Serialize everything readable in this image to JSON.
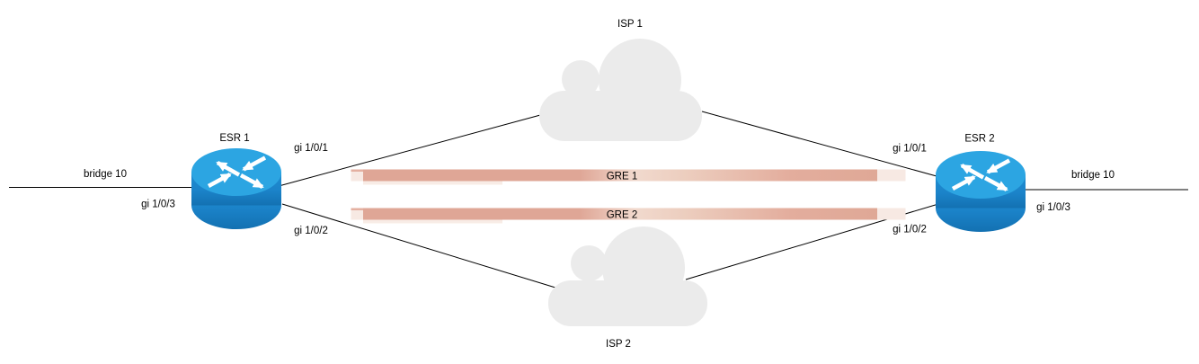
{
  "colors": {
    "router_top": "#2ca5e2",
    "router_side": "#1b83c9",
    "router_side_dark": "#1371b2",
    "cloud": "#ebebeb",
    "tunnel": "#dfa696",
    "tunnel_light": "#f1d9cd",
    "tunnel_underlay": "#f7e9e3",
    "link_line": "#000000",
    "arrow": "#ffffff"
  },
  "nodes": {
    "esr1": {
      "label": "ESR 1",
      "if_top": "gi 1/0/1",
      "if_bottom": "gi 1/0/2",
      "if_side": "gi 1/0/3",
      "bridge": "bridge 10"
    },
    "esr2": {
      "label": "ESR 2",
      "if_top": "gi 1/0/1",
      "if_bottom": "gi 1/0/2",
      "if_side": "gi 1/0/3",
      "bridge": "bridge 10"
    },
    "isp1": {
      "label": "ISP 1"
    },
    "isp2": {
      "label": "ISP 2"
    }
  },
  "tunnels": {
    "gre1": {
      "label": "GRE 1"
    },
    "gre2": {
      "label": "GRE 2"
    }
  }
}
